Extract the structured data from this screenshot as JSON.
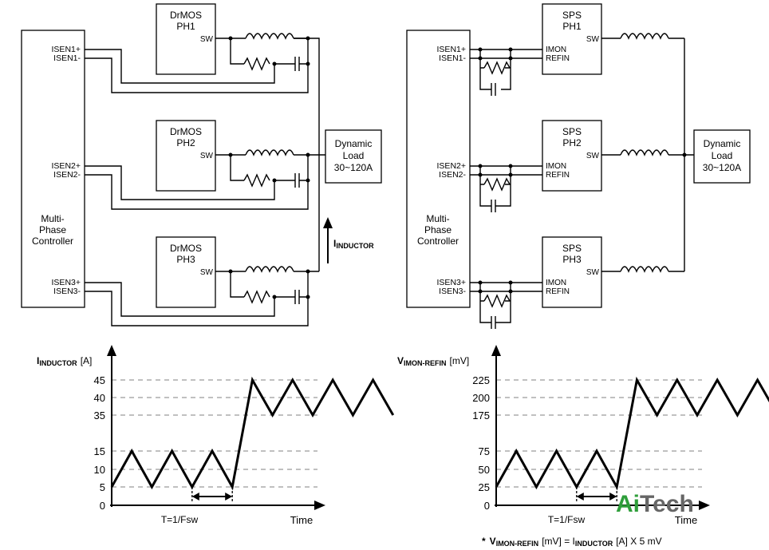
{
  "left_schematic": {
    "controller_label": [
      "Multi-",
      "Phase",
      "Controller"
    ],
    "pins": [
      "ISEN1+",
      "ISEN1-",
      "ISEN2+",
      "ISEN2-",
      "ISEN3+",
      "ISEN3-"
    ],
    "phases": [
      {
        "line1": "DrMOS",
        "line2": "PH1",
        "sw": "SW"
      },
      {
        "line1": "DrMOS",
        "line2": "PH2",
        "sw": "SW"
      },
      {
        "line1": "DrMOS",
        "line2": "PH3",
        "sw": "SW"
      }
    ],
    "load": [
      "Dynamic",
      "Load",
      "30~120A"
    ],
    "current_label_main": "I",
    "current_label_sub": "INDUCTOR"
  },
  "right_schematic": {
    "controller_label": [
      "Multi-",
      "Phase",
      "Controller"
    ],
    "pins": [
      "ISEN1+",
      "ISEN1-",
      "ISEN2+",
      "ISEN2-",
      "ISEN3+",
      "ISEN3-"
    ],
    "phases": [
      {
        "line1": "SPS",
        "line2": "PH1",
        "sw": "SW",
        "imon": "IMON",
        "refin": "REFIN"
      },
      {
        "line1": "SPS",
        "line2": "PH2",
        "sw": "SW",
        "imon": "IMON",
        "refin": "REFIN"
      },
      {
        "line1": "SPS",
        "line2": "PH3",
        "sw": "SW",
        "imon": "IMON",
        "refin": "REFIN"
      }
    ],
    "load": [
      "Dynamic",
      "Load",
      "30~120A"
    ]
  },
  "chart_data": [
    {
      "type": "line",
      "ylabel_main": "I",
      "ylabel_sub": "INDUCTOR",
      "ylabel_unit": "[A]",
      "xlabel": "Time",
      "yticks": [
        0,
        5,
        10,
        15,
        35,
        40,
        45
      ],
      "period_label": "T=1/Fsw",
      "series": [
        {
          "x": [
            0,
            0.6,
            1.2,
            1.8,
            2.4,
            3.0,
            3.6,
            4.2,
            4.8,
            5.4,
            6.0,
            6.6,
            7.2,
            7.8,
            8.4
          ],
          "y": [
            5,
            15,
            5,
            15,
            5,
            15,
            5,
            45,
            35,
            45,
            35,
            45,
            35,
            45,
            35
          ]
        }
      ]
    },
    {
      "type": "line",
      "ylabel_main": "V",
      "ylabel_sub": "IMON-REFIN",
      "ylabel_unit": "[mV]",
      "xlabel": "Time",
      "yticks": [
        0,
        25,
        50,
        75,
        175,
        200,
        225
      ],
      "period_label": "T=1/Fsw",
      "series": [
        {
          "x": [
            0,
            0.6,
            1.2,
            1.8,
            2.4,
            3.0,
            3.6,
            4.2,
            4.8,
            5.4,
            6.0,
            6.6,
            7.2,
            7.8,
            8.4
          ],
          "y": [
            25,
            75,
            25,
            75,
            25,
            75,
            25,
            225,
            175,
            225,
            175,
            225,
            175,
            225,
            175
          ]
        }
      ]
    }
  ],
  "footnote": {
    "star": "*",
    "v": "V",
    "v_sub": "IMON-REFIN",
    "mid": "[mV] = I",
    "i_sub": "INDUCTOR",
    "end": "[A] X 5 mV"
  },
  "watermark": {
    "part1": "Ai",
    "part2": "Tech",
    "color1": "#2e9e3a",
    "color2": "#666666"
  }
}
